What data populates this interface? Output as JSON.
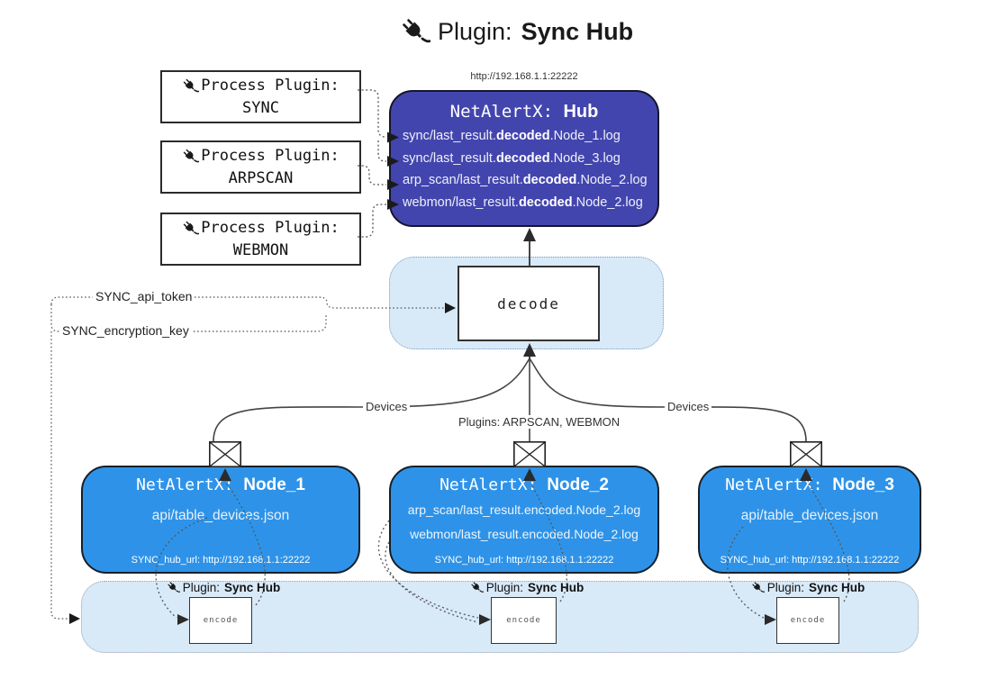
{
  "title": {
    "label": "Plugin:",
    "name": "Sync Hub"
  },
  "colors": {
    "hub_fill": "#4345AE",
    "node_fill": "#2E93E8",
    "panel_fill": "#D8E9F8",
    "line": "#444444"
  },
  "process_plugins": [
    {
      "label": "Process Plugin:",
      "name": "SYNC"
    },
    {
      "label": "Process Plugin:",
      "name": "ARPSCAN"
    },
    {
      "label": "Process Plugin:",
      "name": "WEBMON"
    }
  ],
  "hub": {
    "url": "http://192.168.1.1:22222",
    "title_prefix": "NetAlertX:",
    "title_name": "Hub",
    "logs": [
      {
        "pre": "sync/last_result.",
        "bold": "decoded",
        "post": ".Node_1.log"
      },
      {
        "pre": "sync/last_result.",
        "bold": "decoded",
        "post": ".Node_3.log"
      },
      {
        "pre": "arp_scan/last_result.",
        "bold": "decoded",
        "post": ".Node_2.log"
      },
      {
        "pre": "webmon/last_result.",
        "bold": "decoded",
        "post": ".Node_2.log"
      }
    ]
  },
  "decode": {
    "label": "decode"
  },
  "connectors": {
    "api_token": "SYNC_api_token",
    "encryption_key": "SYNC_encryption_key",
    "devices_left": "Devices",
    "plugins_center": "Plugins: ARPSCAN, WEBMON",
    "devices_right": "Devices"
  },
  "nodes": [
    {
      "title_prefix": "NetAlertX:",
      "title_name": "Node_1",
      "lines": [
        "api/table_devices.json"
      ],
      "hub_url": "SYNC_hub_url: http://192.168.1.1:22222"
    },
    {
      "title_prefix": "NetAlertX:",
      "title_name": "Node_2",
      "lines": [
        "arp_scan/last_result.encoded.Node_2.log",
        "webmon/last_result.encoded.Node_2.log"
      ],
      "hub_url": "SYNC_hub_url: http://192.168.1.1:22222"
    },
    {
      "title_prefix": "NetAlertX:",
      "title_name": "Node_3",
      "lines": [
        "api/table_devices.json"
      ],
      "hub_url": "SYNC_hub_url: http://192.168.1.1:22222"
    }
  ],
  "encoders": [
    {
      "label_prefix": "Plugin:",
      "label_name": "Sync Hub",
      "box_label": "encode"
    },
    {
      "label_prefix": "Plugin:",
      "label_name": "Sync Hub",
      "box_label": "encode"
    },
    {
      "label_prefix": "Plugin:",
      "label_name": "Sync Hub",
      "box_label": "encode"
    }
  ]
}
